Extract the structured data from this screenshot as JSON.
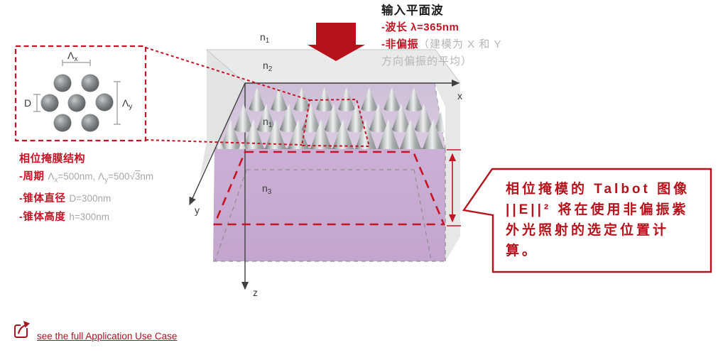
{
  "colors": {
    "red_accent": "#c41425",
    "red_dark": "#b5121c",
    "gray_text": "#b6b6b6",
    "value_gray": "#a8a8a8",
    "glass": "#e9ebeb",
    "platform_purple": "#d4c5db",
    "substrate_purple": "#c6aad0"
  },
  "input_wave": {
    "title": "输入平面波",
    "wavelength": "-波长 λ=365nm",
    "polarization_red": "-非偏振",
    "polarization_gray_1": "（建模为 X 和 Y",
    "polarization_gray_2": "方向偏振的平均）"
  },
  "mask_params": {
    "title": "相位掩膜结构",
    "period_label": "-周期",
    "period": {
      "p1": "Λ",
      "s1": "x",
      "p2": "=500nm, Λ",
      "s2": "y",
      "p3": "=500",
      "rt": "√",
      "rtv": "3",
      "p4": "nm"
    },
    "diameter_label": "-锥体直径",
    "diameter_value": "D=300nm",
    "height_label": "-锥体高度",
    "height_value": "h=300nm"
  },
  "inset": {
    "lambda_x": {
      "p": "Λ",
      "s": "x"
    },
    "lambda_y": {
      "p": "Λ",
      "s": "y"
    },
    "d_label": "D"
  },
  "diagram": {
    "n_top": {
      "p": "n",
      "s": "1"
    },
    "n_slab": {
      "p": "n",
      "s": "2"
    },
    "n_cones": {
      "p": "n",
      "s": "1"
    },
    "n_substrate": {
      "p": "n",
      "s": "3"
    },
    "axis_x": "x",
    "axis_y": "y",
    "axis_z": "z"
  },
  "callout": {
    "lines": [
      "相位掩模的 Talbot 图像",
      "||E||² 将在使用非偏振紫",
      "外光照射的选定位置计",
      "算。"
    ]
  },
  "footer": {
    "link_label": "see the full Application Use Case"
  }
}
